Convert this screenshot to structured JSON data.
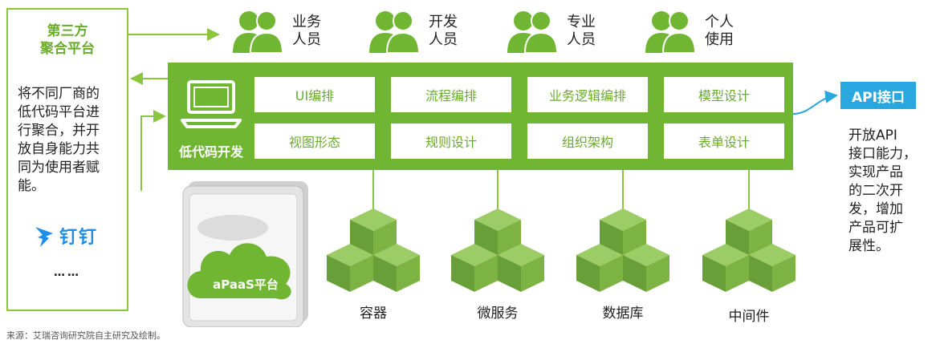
{
  "third_party": {
    "title_line1": "第三方",
    "title_line2": "聚合平台",
    "desc_lines": [
      "将不同厂商的",
      "低代码平台进",
      "行聚合，并开",
      "放自身能力共",
      "同为使用者赋",
      "能。"
    ],
    "dingtalk_label": "钉钉",
    "more": "……"
  },
  "users": [
    {
      "line1": "业务",
      "line2": "人员"
    },
    {
      "line1": "开发",
      "line2": "人员"
    },
    {
      "line1": "专业",
      "line2": "人员"
    },
    {
      "line1": "个人",
      "line2": "使用"
    }
  ],
  "platform": {
    "title": "低代码开发",
    "modules": [
      "UI编排",
      "流程编排",
      "业务逻辑编排",
      "模型设计",
      "视图形态",
      "规则设计",
      "组织架构",
      "表单设计"
    ]
  },
  "api": {
    "label": "API接口",
    "desc_lines": [
      "开放API",
      "接口能力，",
      "实现产品",
      "的二次开",
      "发，增加",
      "产品可扩",
      "展性。"
    ]
  },
  "apaas_label": "aPaaS平台",
  "infra": [
    "容器",
    "微服务",
    "数据库",
    "中间件"
  ],
  "source": "来源：艾瑞咨询研究院自主研究及绘制。",
  "colors": {
    "green": "#70b633",
    "green_text": "#6aac2b",
    "cube": "#7cb342",
    "api_blue": "#29a8e0",
    "dingtalk_blue": "#1e8ee8"
  }
}
